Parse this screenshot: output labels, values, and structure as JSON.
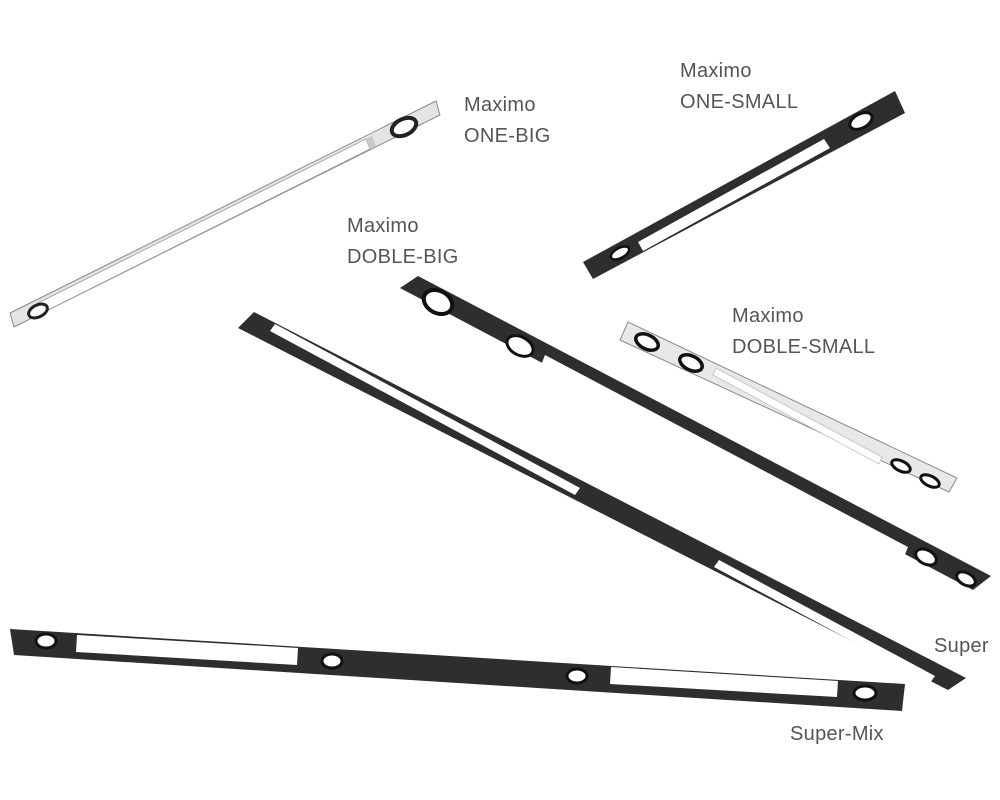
{
  "products": [
    {
      "id": "one-big",
      "lines": [
        "Maximo",
        "ONE-BIG"
      ],
      "finish": "white"
    },
    {
      "id": "one-small",
      "lines": [
        "Maximo",
        "ONE-SMALL"
      ],
      "finish": "black"
    },
    {
      "id": "doble-big",
      "lines": [
        "Maximo",
        "DOBLE-BIG"
      ],
      "finish": "black"
    },
    {
      "id": "doble-small",
      "lines": [
        "Maximo",
        "DOBLE-SMALL"
      ],
      "finish": "white"
    },
    {
      "id": "super",
      "lines": [
        "Super"
      ],
      "finish": "black"
    },
    {
      "id": "super-mix",
      "lines": [
        "Super-Mix"
      ],
      "finish": "black"
    }
  ],
  "colors": {
    "black_body": "#2e2e2e",
    "white_body": "#e4e4e4",
    "light_panel": "#ffffff",
    "label_text": "#555555"
  }
}
